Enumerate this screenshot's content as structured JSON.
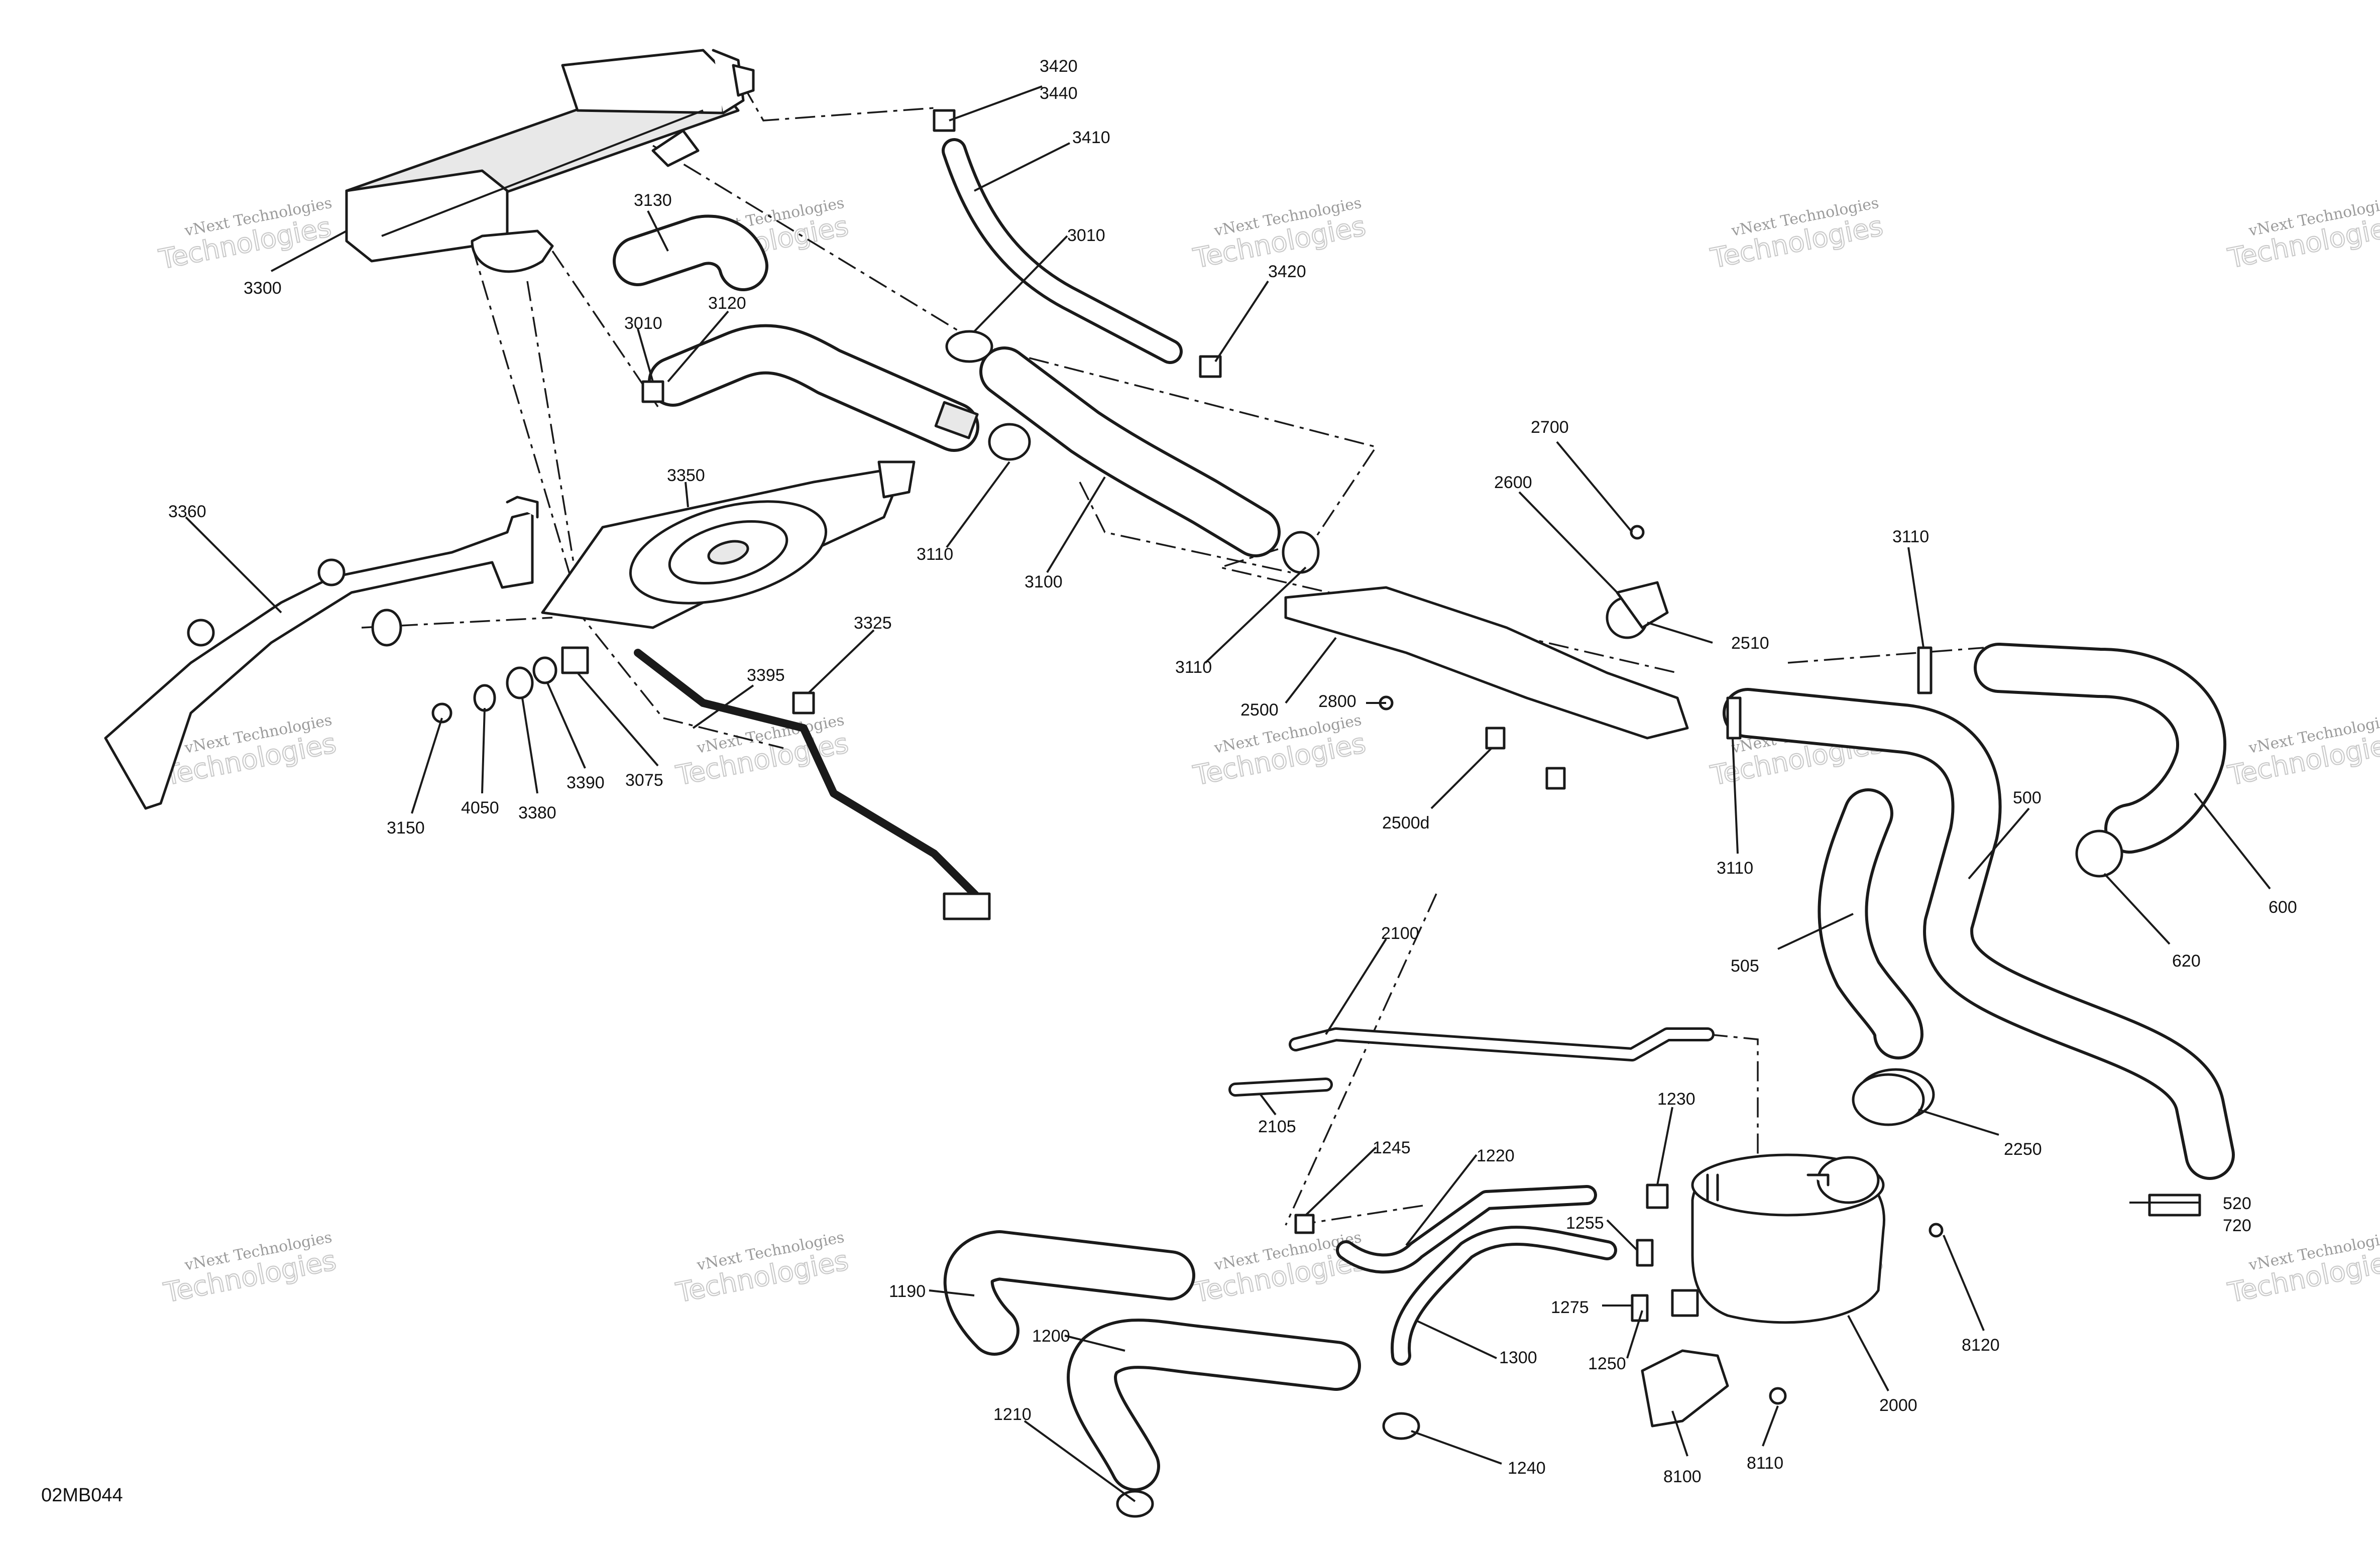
{
  "drawing": {
    "reference": "02MB044",
    "watermark_line1": "vNext Technologies",
    "watermark_line2": "Technologies",
    "watermark_short": "vNext"
  },
  "callouts": {
    "c3420a": "3420",
    "c3440": "3440",
    "c3410": "3410",
    "c3010a": "3010",
    "c3420b": "3420",
    "c3130": "3130",
    "c3300": "3300",
    "c3010b": "3010",
    "c3120": "3120",
    "c3360": "3360",
    "c3350": "3350",
    "c3110a": "3110",
    "c3100": "3100",
    "c3110b": "3110",
    "c2700": "2700",
    "c2600": "2600",
    "c3110c": "3110",
    "c2510": "2510",
    "c2500": "2500",
    "c2800": "2800",
    "c3325": "3325",
    "c3395": "3395",
    "c3150": "3150",
    "c4050": "4050",
    "c3380": "3380",
    "c3390": "3390",
    "c3075": "3075",
    "c2500d": "2500d",
    "c3110d": "3110",
    "c500": "500",
    "c600": "600",
    "c505": "505",
    "c620": "620",
    "c2100": "2100",
    "c2105": "2105",
    "c1230": "1230",
    "c2250": "2250",
    "c1245": "1245",
    "c1220": "1220",
    "c520": "520",
    "c720": "720",
    "c1255": "1255",
    "c8120": "8120",
    "c1190": "1190",
    "c1275": "1275",
    "c1200": "1200",
    "c1300": "1300",
    "c1250": "1250",
    "c2000": "2000",
    "c1210": "1210",
    "c1240": "1240",
    "c8100": "8100",
    "c8110": "8110"
  }
}
